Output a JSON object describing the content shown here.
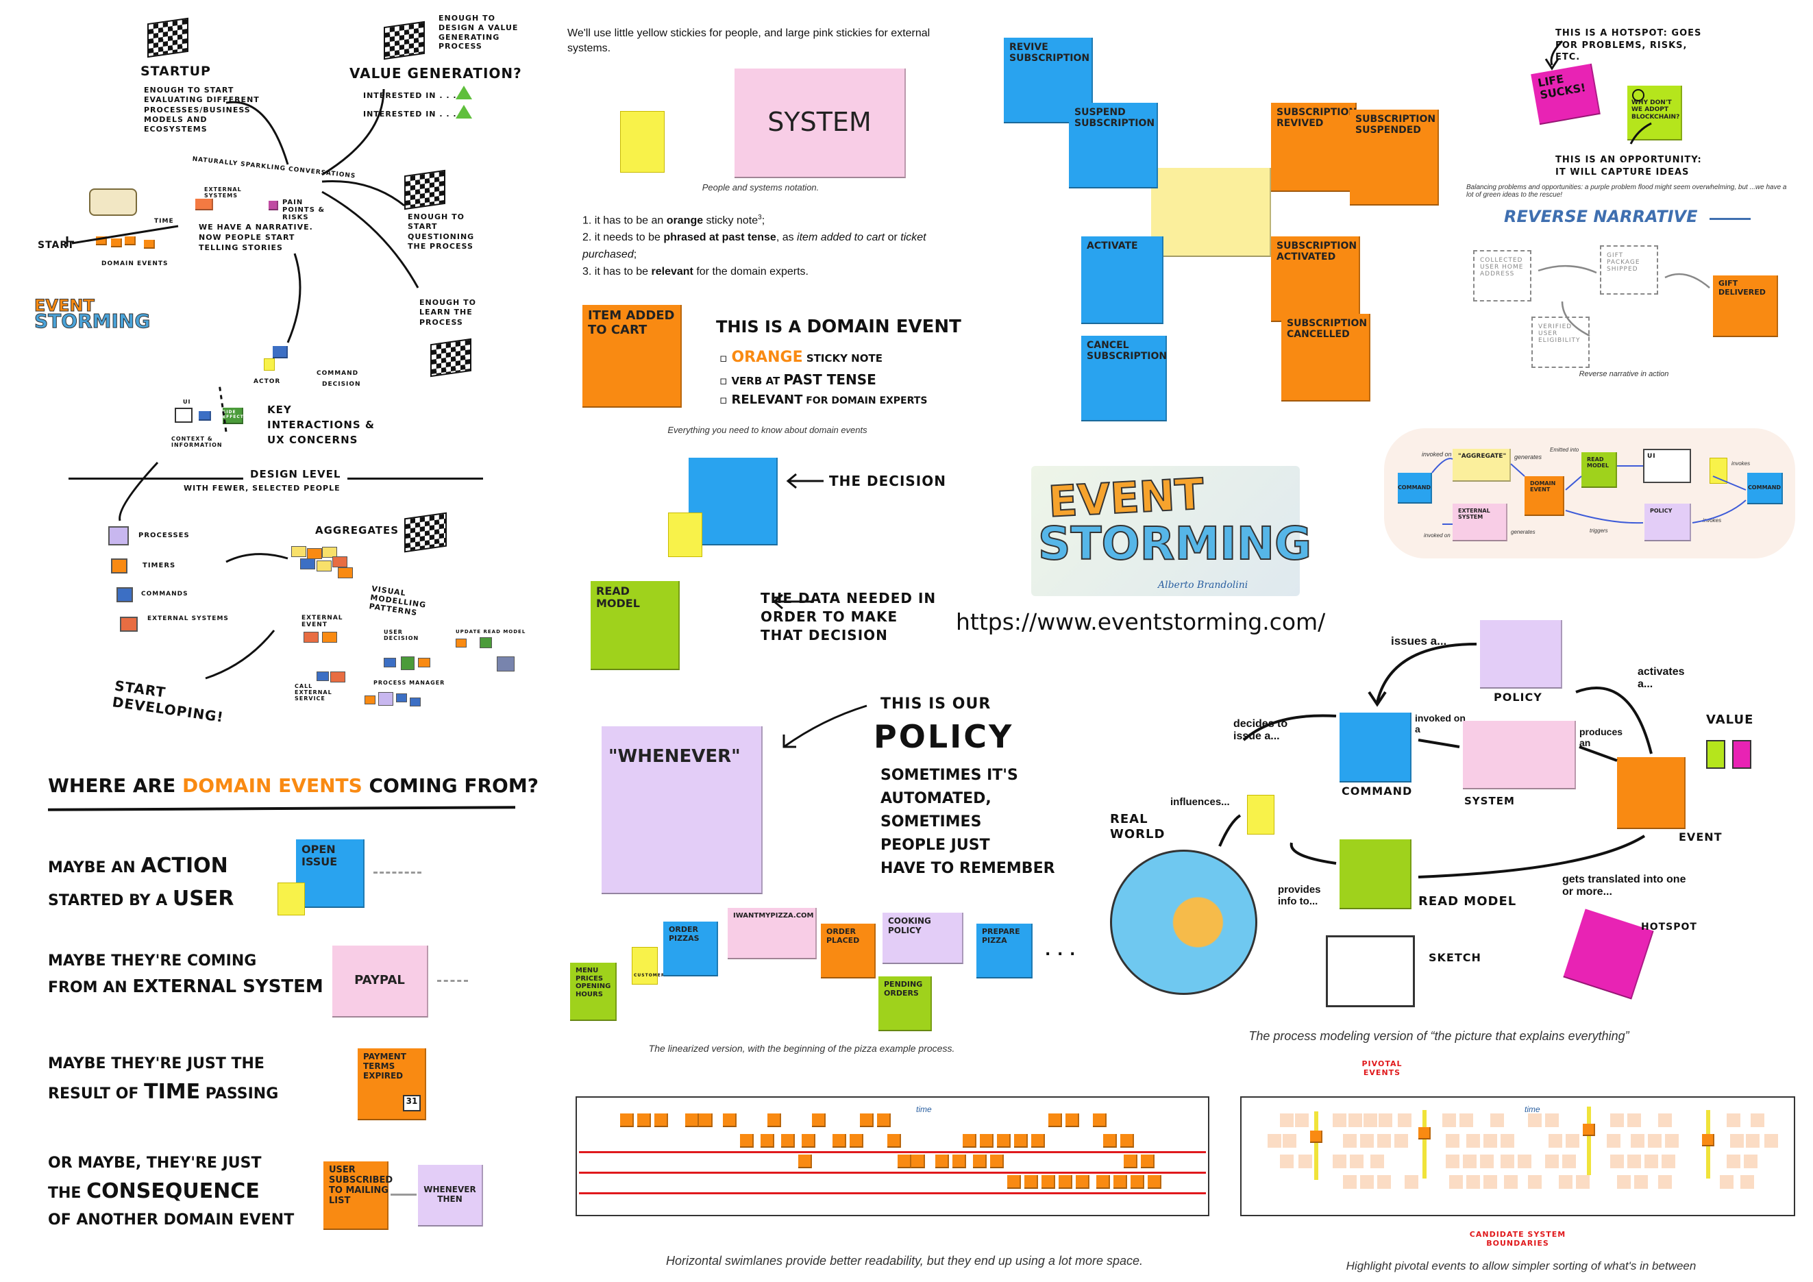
{
  "colors": {
    "orange": "#f98a12",
    "blue": "#29a3ef",
    "yellow": "#f8f24a",
    "pink": "#f8cde6",
    "lilac": "#e3cdf7",
    "green": "#9fd21c",
    "hotspot": "#e823b4",
    "red": "#e0191c"
  },
  "p1": {
    "startup": "STARTUP",
    "startup_desc": "ENOUGH TO START EVALUATING DIFFERENT PROCESSES/BUSINESS MODELS AND ECOSYSTEMS",
    "value_top": "ENOUGH TO DESIGN A VALUE GENERATING PROCESS",
    "value_generation": "VALUE GENERATION?",
    "interested1": "INTERESTED IN . . .",
    "interested2": "INTERESTED IN . . .",
    "start": "START",
    "domain_events": "DOMAIN EVENTS",
    "time": "TIME",
    "conversations": "NATURALLY SPARKLING CONVERSATIONS",
    "external_systems": "EXTERNAL SYSTEMS",
    "pain_points": "PAIN POINTS & RISKS",
    "narrative": "WE HAVE A NARRATIVE. NOW PEOPLE START TELLING STORIES",
    "enough_questioning": "ENOUGH TO START QUESTIONING THE PROCESS",
    "enough_learn": "ENOUGH TO LEARN THE PROCESS",
    "logo_event": "EVENT",
    "logo_storming": "STORMING",
    "command": "COMMAND",
    "decision": "DECISION",
    "actor": "ACTOR",
    "ui": "UI",
    "side_effect": "SIDE EFFECT",
    "context": "CONTEXT & INFORMATION",
    "key_interactions": "KEY INTERACTIONS & UX CONCERNS",
    "design_level": "DESIGN LEVEL",
    "fewer_people": "WITH FEWER, SELECTED PEOPLE",
    "aggregates": "AGGREGATES",
    "legend": [
      "PROCESSES",
      "TIMERS",
      "COMMANDS",
      "EXTERNAL SYSTEMS"
    ],
    "visual_patterns": "VISUAL MODELLING PATTERNS",
    "external_event": "EXTERNAL EVENT",
    "user_decision": "USER DECISION",
    "update_read_model": "UPDATE READ MODEL",
    "call_external": "CALL EXTERNAL SERVICE",
    "process_manager": "PROCESS MANAGER",
    "start_developing": "START DEVELOPING!"
  },
  "p2": {
    "title_a": "WHERE ARE ",
    "title_b": "DOMAIN EVENTS",
    "title_c": " COMING FROM?",
    "row1_a": "MAYBE AN ",
    "row1_b": "ACTION",
    "row1_c": "STARTED BY A ",
    "row1_d": "USER",
    "row1_note": "OPEN ISSUE",
    "row2_a": "MAYBE THEY'RE COMING",
    "row2_b": "FROM AN ",
    "row2_c": "EXTERNAL SYSTEM",
    "row2_note": "PAYPAL",
    "row3_a": "MAYBE THEY'RE JUST THE",
    "row3_b": "RESULT OF ",
    "row3_c": "TIME",
    "row3_d": " PASSING",
    "row3_note": "PAYMENT TERMS EXPIRED",
    "row3_cal": "31",
    "row4_a": "OR MAYBE, THEY'RE JUST",
    "row4_b": "THE ",
    "row4_c": "CONSEQUENCE",
    "row4_d": "OF ANOTHER DOMAIN EVENT",
    "row4_note": "USER SUBSCRIBED TO MAILING LIST",
    "row4_note2": "WHENEVER THEN"
  },
  "p3": {
    "intro": "We'll use little yellow stickies for people, and large pink stickies for external systems.",
    "system": "SYSTEM",
    "cap": "People and systems notation.",
    "list": [
      {
        "n": "1.",
        "a": "it has to be an ",
        "b": "orange",
        "c": " sticky note",
        "sup": "3",
        "d": ";"
      },
      {
        "n": "2.",
        "a": "it needs to be ",
        "b": "phrased at past tense",
        "c": ", as ",
        "i": "item added to cart",
        "e": " or ",
        "i2": "ticket purchased",
        "d": ";"
      },
      {
        "n": "3.",
        "a": "it has to be ",
        "b": "relevant",
        "c": " for the domain experts."
      }
    ]
  },
  "p4": {
    "note": "ITEM ADDED TO CART",
    "title_a": "THIS IS A ",
    "title_b": "DOMAIN EVENT",
    "b1a": "ORANGE",
    "b1b": " STICKY NOTE",
    "b2a": "VERB AT ",
    "b2b": "PAST TENSE",
    "b3a": "RELEVANT",
    "b3b": " FOR DOMAIN EXPERTS",
    "cap": "Everything you need to know about domain events"
  },
  "p5": {
    "decision": "THE DECISION",
    "read_model": "READ MODEL",
    "data_needed": "THE DATA NEEDED IN ORDER TO MAKE THAT DECISION"
  },
  "p6": {
    "whenever": "\"WHENEVER\"",
    "this_is_our": "THIS IS OUR",
    "policy": "POLICY",
    "lines": [
      "SOMETIMES IT'S",
      "AUTOMATED,",
      "SOMETIMES",
      "PEOPLE JUST",
      "HAVE TO REMEMBER"
    ]
  },
  "p7": {
    "notes": [
      "MENU PRICES OPENING HOURS",
      "CUSTOMER",
      "ORDER PIZZAS",
      "IWANTMYPIZZA.COM",
      "ORDER PLACED",
      "COOKING POLICY",
      "PENDING ORDERS",
      "PREPARE PIZZA"
    ],
    "dots": ". . .",
    "cap": "The linearized version, with the beginning of the pizza example process."
  },
  "p8": {
    "notes": [
      "REVIVE SUBSCRIPTION",
      "SUSPEND SUBSCRIPTION",
      "ACTIVATE",
      "CANCEL SUBSCRIPTION",
      "SUBSCRIPTION REVIVED",
      "SUBSCRIPTION SUSPENDED",
      "SUBSCRIPTION ACTIVATED",
      "SUBSCRIPTION CANCELLED"
    ]
  },
  "p9": {
    "logo_event": "EVENT",
    "logo_storming": "STORMING",
    "author": "Alberto Brandolini",
    "url": "https://www.eventstorming.com/"
  },
  "p10": {
    "hotspot": "THIS IS A HOTSPOT: GOES FOR PROBLEMS, RISKS, ETC.",
    "life": "LIFE SUCKS!",
    "why": "WHY DON'T WE ADOPT BLOCKCHAIN?",
    "opportunity": "THIS IS AN OPPORTUNITY: IT WILL CAPTURE IDEAS",
    "cap": "Balancing problems and opportunities: a purple problem flood might seem overwhelming, but ...we have a lot of green ideas to the rescue!"
  },
  "p11": {
    "title": "REVERSE NARRATIVE",
    "b1": "COLLECTED USER HOME ADDRESS",
    "b2": "GIFT PACKAGE SHIPPED",
    "b3": "VERIFIED USER ELIGIBILITY",
    "b4": "GIFT DELIVERED",
    "cap": "Reverse narrative in action"
  },
  "p12": {
    "invoked_on": "invoked on",
    "aggregate": "\"AGGREGATE\"",
    "generates": "generates",
    "emits": "Emitted into",
    "read_model": "READ MODEL",
    "ui": "UI",
    "invokes": "invokes",
    "command": "COMMAND",
    "external": "EXTERNAL SYSTEM",
    "domain_event": "DOMAIN EVENT",
    "policy": "POLICY",
    "triggers": "triggers",
    "invoked_on2": "invoked on",
    "generates2": "generates",
    "command2": "COMMAND",
    "invokes2": "invokes"
  },
  "p13": {
    "issues": "issues a...",
    "policy": "POLICY",
    "activates": "activates a...",
    "decides": "decides to issue a...",
    "invoked": "invoked on a",
    "command": "COMMAND",
    "system": "SYSTEM",
    "produces": "produces an",
    "event": "EVENT",
    "value": "VALUE",
    "real_world": "REAL WORLD",
    "influences": "influences...",
    "provides": "provides info to...",
    "read_model": "READ MODEL",
    "gets": "gets translated into one or more...",
    "hotspot": "HOTSPOT",
    "sketch": "SKETCH",
    "cap": "The process modeling version of “the picture that explains everything”"
  },
  "p14": {
    "time": "time",
    "cap": "Horizontal swimlanes provide better readability, but they end up using a lot more space."
  },
  "p15": {
    "pivotal": "PIVOTAL EVENTS",
    "time": "time",
    "candidate": "CANDIDATE SYSTEM BOUNDARIES",
    "cap": "Highlight pivotal events to allow simpler sorting of what's in between"
  }
}
